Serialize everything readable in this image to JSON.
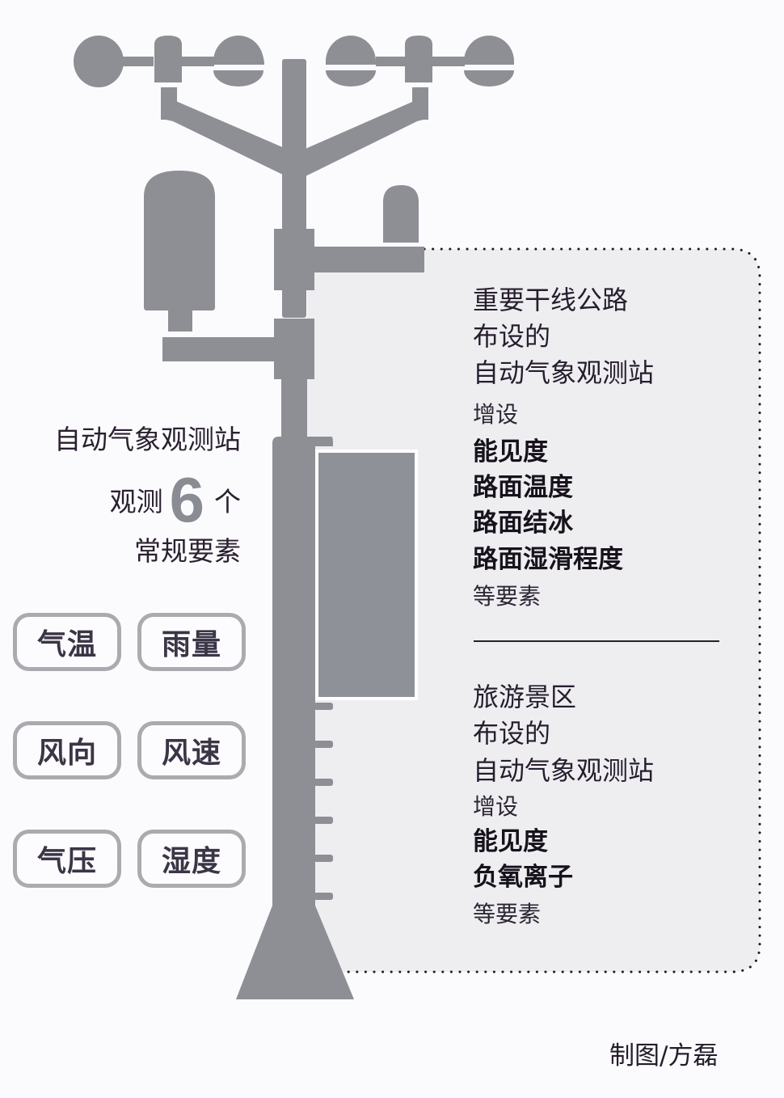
{
  "colors": {
    "pole_gray": "#8d8f95",
    "panel_bg": "#eeeef1",
    "chip_border": "#a9abb0",
    "text_dark": "#241c2b",
    "number_gray": "#8a8c93"
  },
  "left_summary": {
    "title": "自动气象观测站",
    "count_prefix": "观测",
    "count_number": "6",
    "count_suffix": "个",
    "subtitle": "常规要素"
  },
  "regular_elements": [
    {
      "label": "气温"
    },
    {
      "label": "雨量"
    },
    {
      "label": "风向"
    },
    {
      "label": "风速"
    },
    {
      "label": "气压"
    },
    {
      "label": "湿度"
    }
  ],
  "highway_station": {
    "heading_lines": [
      "重要干线公路",
      "布设的",
      "自动气象观测站"
    ],
    "added_label": "增设",
    "items": [
      "能见度",
      "路面温度",
      "路面结冰",
      "路面湿滑程度"
    ],
    "etc_label": "等要素"
  },
  "scenic_station": {
    "heading_lines": [
      "旅游景区",
      "布设的",
      "自动气象观测站"
    ],
    "added_label": "增设",
    "items": [
      "能见度",
      "负氧离子"
    ],
    "etc_label": "等要素"
  },
  "credit": "制图/方磊"
}
